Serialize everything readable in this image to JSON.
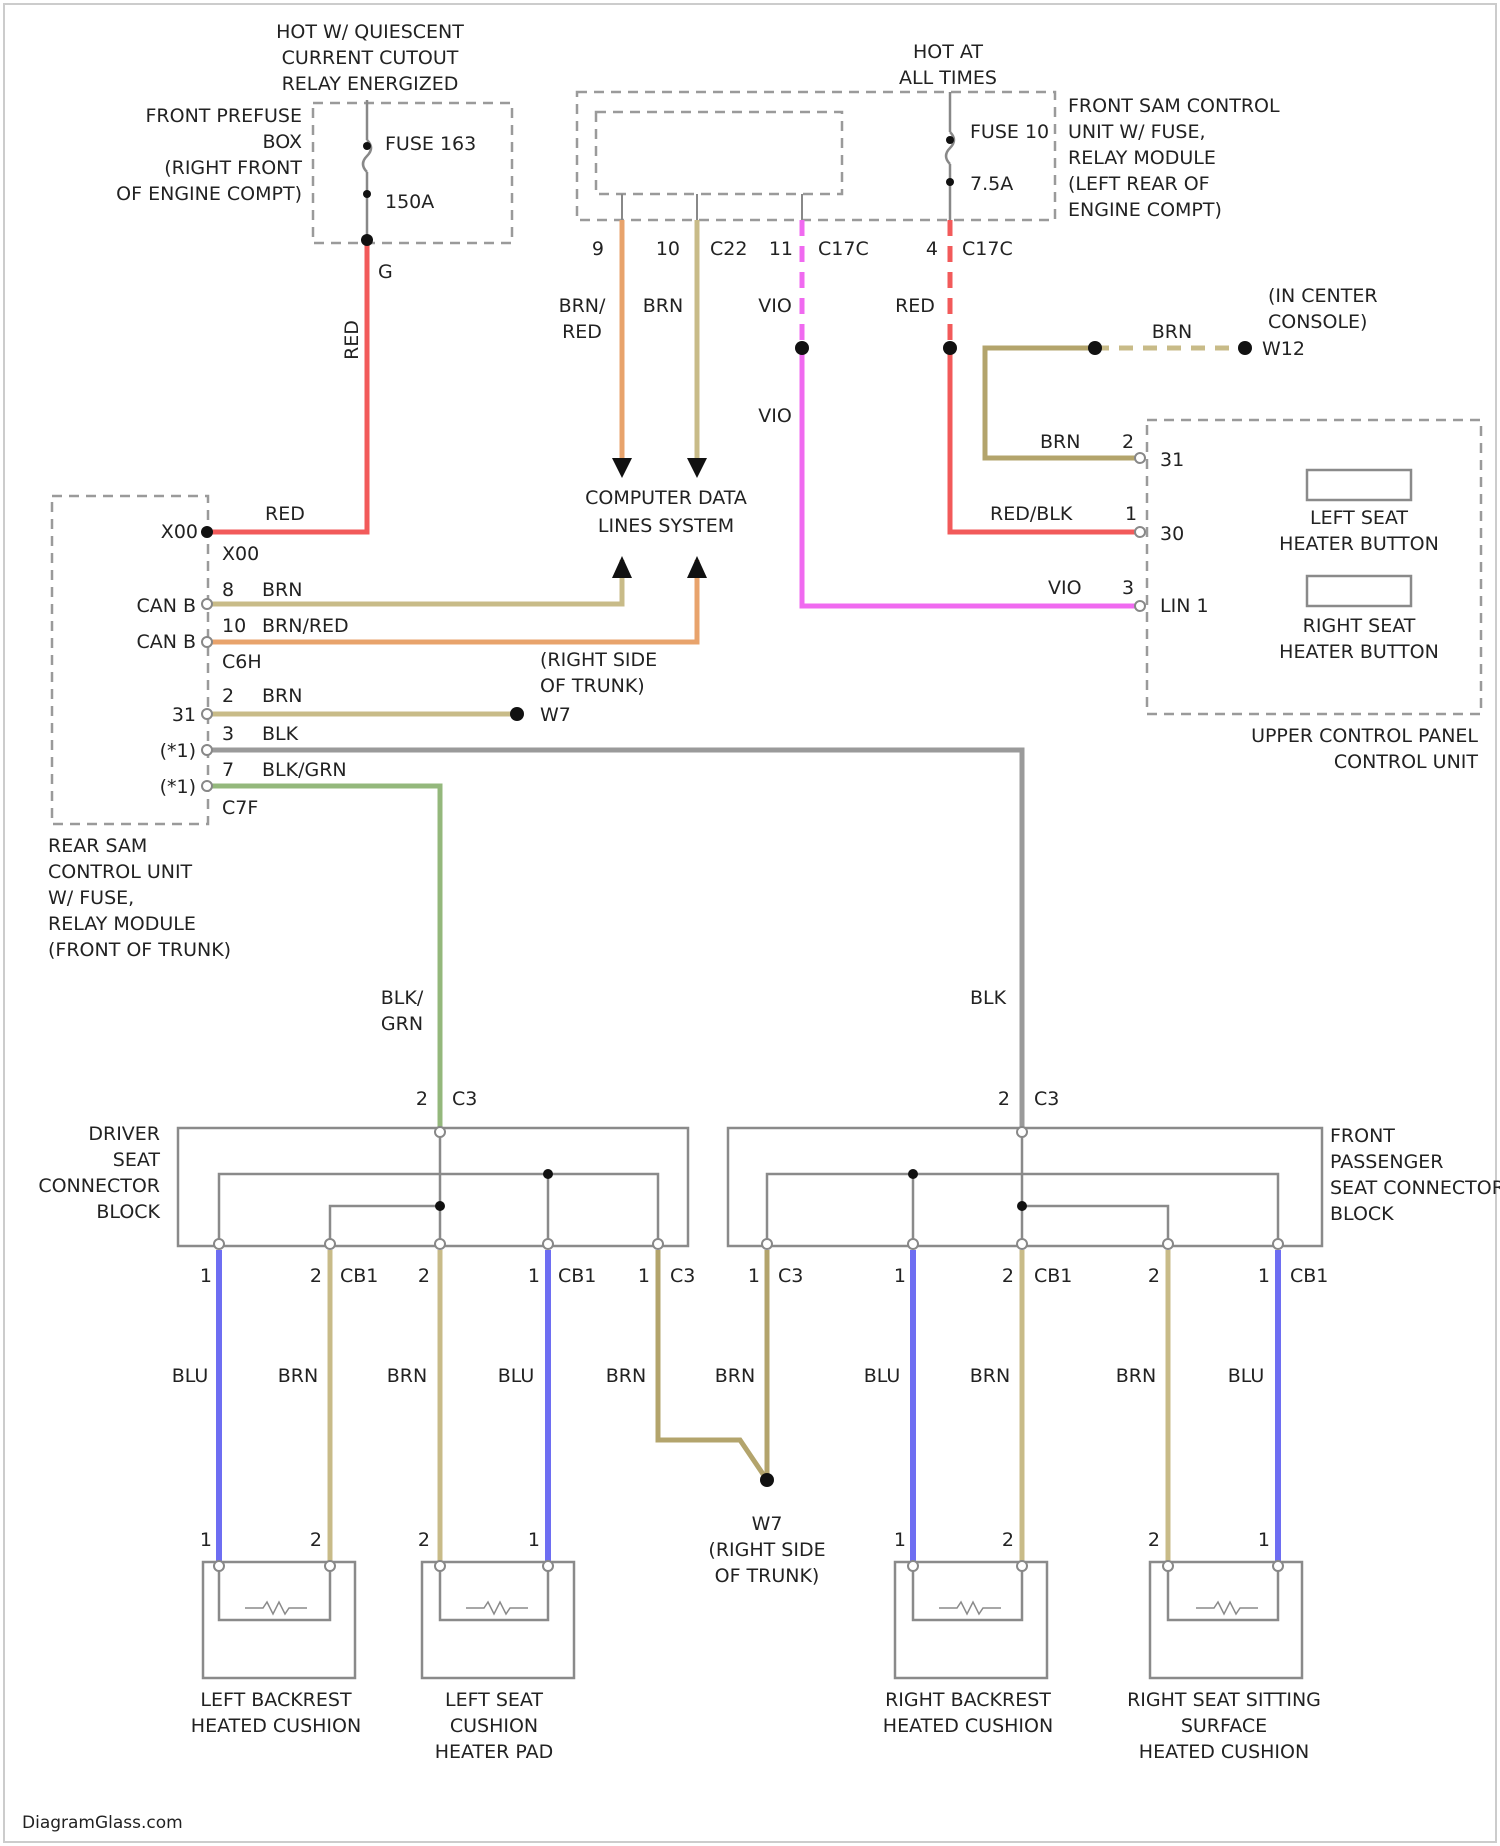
{
  "colors": {
    "red": "#f25a5a",
    "brown": "#c8bb88",
    "brown_red": "#e8a36c",
    "violet": "#f06af0",
    "blue": "#6e6ef2",
    "gray": "#9a9a9a",
    "green": "#94b87c",
    "olive": "#b3a46c"
  },
  "labels": {
    "hot_quiescent": [
      "HOT W/ QUIESCENT",
      "CURRENT CUTOUT",
      "RELAY ENERGIZED"
    ],
    "front_prefuse": [
      "FRONT PREFUSE",
      "BOX",
      "(RIGHT FRONT",
      "OF ENGINE COMPT)"
    ],
    "fuse_163": "FUSE 163",
    "fuse_163_amp": "150A",
    "fuse_163_pin": "G",
    "hot_all_times": [
      "HOT AT",
      "ALL TIMES"
    ],
    "front_sam": [
      "FRONT SAM CONTROL",
      "UNIT W/ FUSE,",
      "RELAY MODULE",
      "(LEFT REAR OF",
      "ENGINE COMPT)"
    ],
    "fuse_10": "FUSE 10",
    "fuse_10_amp": "7.5A",
    "pin_9": "9",
    "pin_10": "10",
    "c22": "C22",
    "pin_11": "11",
    "c17c_a": "C17C",
    "pin_4": "4",
    "c17c_b": "C17C",
    "wire_brn_red": [
      "BRN/",
      "RED"
    ],
    "wire_brn_top": "BRN",
    "wire_vio_top": "VIO",
    "wire_red_top": "RED",
    "wire_red_vertical": "RED",
    "computer_data": [
      "COMPUTER DATA",
      "LINES SYSTEM"
    ],
    "center_console": [
      "(IN CENTER",
      "CONSOLE)"
    ],
    "w12": "W12",
    "wire_brn_w12": "BRN",
    "wire_vio_mid": "VIO",
    "upper_panel_brn": "BRN",
    "upper_panel_pin2": "2",
    "upper_panel_31": "31",
    "upper_panel_redblk": "RED/BLK",
    "upper_panel_pin1": "1",
    "upper_panel_30": "30",
    "upper_panel_vio": "VIO",
    "upper_panel_pin3": "3",
    "upper_panel_lin": "LIN 1",
    "left_button": [
      "LEFT SEAT",
      "HEATER BUTTON"
    ],
    "right_button": [
      "RIGHT SEAT",
      "HEATER BUTTON"
    ],
    "upper_panel": [
      "UPPER CONTROL PANEL",
      "CONTROL UNIT"
    ],
    "rear_red": "RED",
    "x00": "X00",
    "x00_b": "X00",
    "can_b1": "CAN B",
    "can_b2": "CAN B",
    "pin8": "8",
    "wire_brn_can": "BRN",
    "pin10": "10",
    "wire_brnred_can": "BRN/RED",
    "c6h": "C6H",
    "right_trunk": [
      "(RIGHT SIDE",
      "OF TRUNK)"
    ],
    "pin2": "2",
    "wire_brn_w7": "BRN",
    "pin31": "31",
    "w7": "W7",
    "pin_f1a": "(*1)",
    "pin3": "3",
    "wire_blk": "BLK",
    "pin_f1b": "(*1)",
    "pin7": "7",
    "wire_blkgrn": "BLK/GRN",
    "c7f": "C7F",
    "rear_sam": [
      "REAR SAM",
      "CONTROL UNIT",
      "W/ FUSE,",
      "RELAY MODULE",
      "(FRONT OF TRUNK)"
    ],
    "blk_grn_vert": [
      "BLK/",
      "GRN"
    ],
    "blk_vert": "BLK",
    "left_c3_pin": "2",
    "left_c3": "C3",
    "right_c3_pin": "2",
    "right_c3": "C3",
    "driver_block": [
      "DRIVER",
      "SEAT",
      "CONNECTOR",
      "BLOCK"
    ],
    "pass_block": [
      "FRONT",
      "PASSENGER",
      "SEAT CONNECTOR",
      "BLOCK"
    ],
    "l_p1": "1",
    "l_p2": "2",
    "l_cb1": "CB1",
    "l_p3": "2",
    "l_p4": "1",
    "l_cb1b": "CB1",
    "l_p5": "1",
    "l_c3b": "C3",
    "r_p1": "1",
    "r_c3b": "C3",
    "r_p2": "1",
    "r_p3": "2",
    "r_cb1": "CB1",
    "r_p4": "2",
    "r_p5": "1",
    "r_cb1b": "CB1",
    "w_blu1": "BLU",
    "w_brn1": "BRN",
    "w_brn2": "BRN",
    "w_blu2": "BLU",
    "w_brn3": "BRN",
    "w_brn4": "BRN",
    "w_blu3": "BLU",
    "w_brn5": "BRN",
    "w_brn6": "BRN",
    "w_blu4": "BLU",
    "w7_bottom": [
      "W7",
      "(RIGHT SIDE",
      "OF TRUNK)"
    ],
    "h1_p1": "1",
    "h1_p2": "2",
    "h2_p1": "2",
    "h2_p2": "1",
    "h3_p1": "1",
    "h3_p2": "2",
    "h4_p1": "2",
    "h4_p2": "1",
    "heater1": [
      "LEFT BACKREST",
      "HEATED CUSHION"
    ],
    "heater2": [
      "LEFT SEAT",
      "CUSHION",
      "HEATER PAD"
    ],
    "heater3": [
      "RIGHT BACKREST",
      "HEATED CUSHION"
    ],
    "heater4": [
      "RIGHT SEAT SITTING",
      "SURFACE",
      "HEATED CUSHION"
    ],
    "watermark": "DiagramGlass.com"
  }
}
